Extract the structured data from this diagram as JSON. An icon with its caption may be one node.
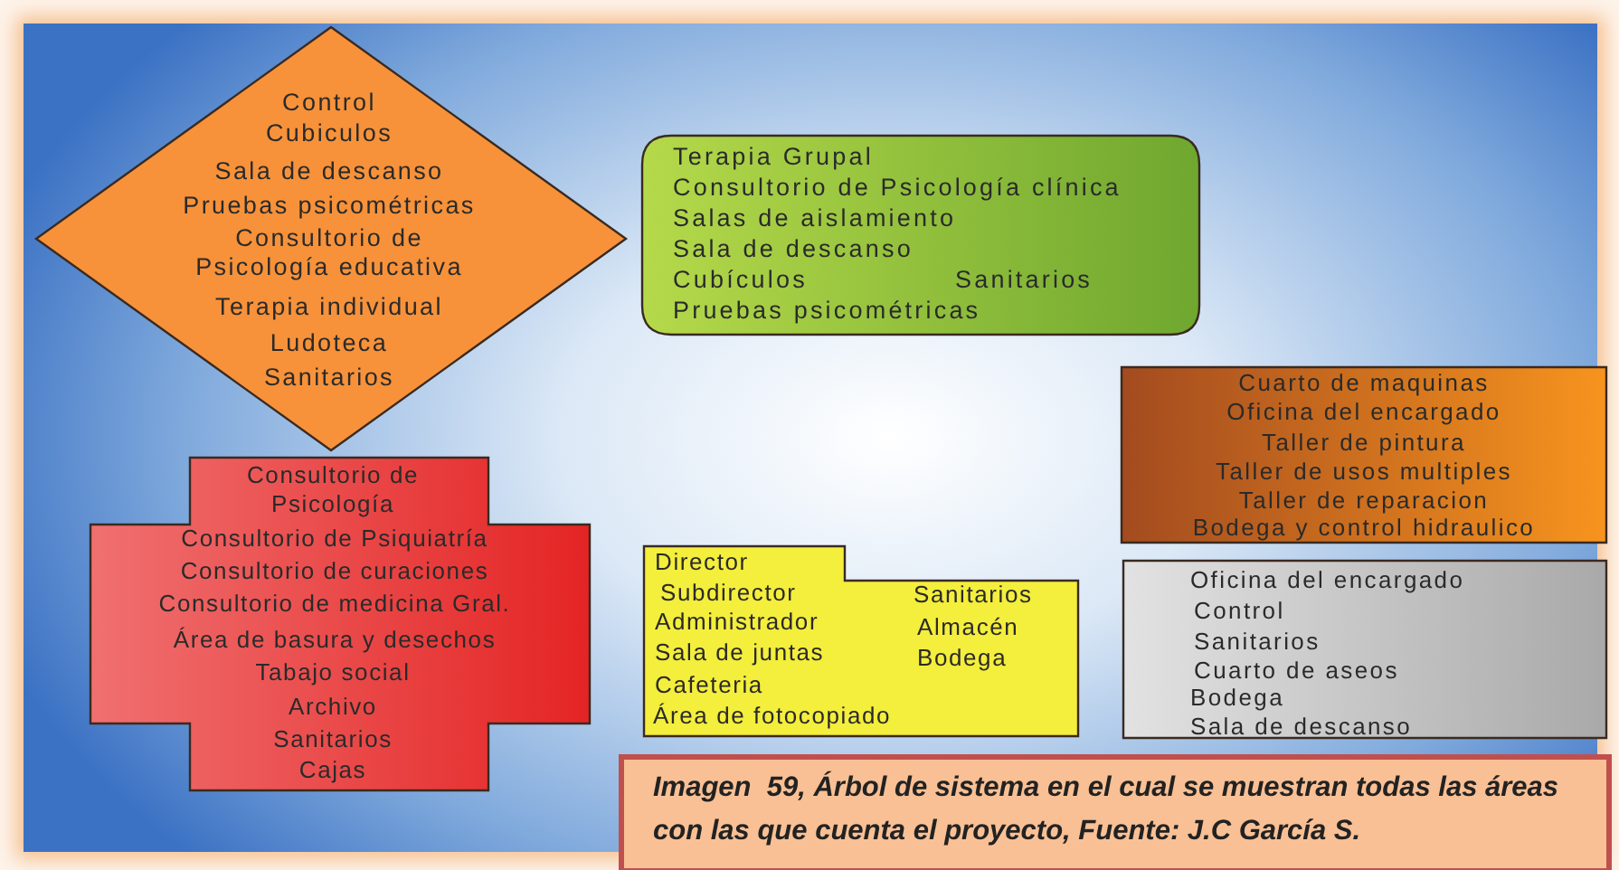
{
  "diagram": {
    "caption": "Imagen  59, Árbol de sistema en el cual se muestran todas las áreas con las que cuenta el proyecto, Fuente: J.C García S.",
    "nodes": [
      {
        "text": [
          "Control",
          "Cubiculos",
          "Sala de descanso",
          "Pruebas psicométricas",
          "Consultorio de Psicología educativa",
          "Terapia individual",
          "Ludoteca",
          "Sanitarios"
        ]
      },
      {
        "text": [
          "Terapia Grupal",
          "Consultorio de Psicología clínica",
          "Salas de aislamiento",
          "Sala de descanso",
          "Cubículos",
          "Sanitarios",
          "Pruebas psicométricas"
        ]
      },
      {
        "text": [
          "Consultorio de Psicología",
          "Consultorio de Psiquiatría",
          "Consultorio de curaciones",
          "Consultorio de medicina Gral.",
          "Área de basura y desechos",
          "Tabajo social",
          "Archivo",
          "Sanitarios",
          "Cajas"
        ]
      },
      {
        "text": [
          "Director",
          "Subdirector",
          "Sanitarios",
          "Administrador",
          "Almacén",
          "Sala de juntas",
          "Bodega",
          "Cafeteria",
          "Área de fotocopiado"
        ]
      },
      {
        "text": [
          "Cuarto de maquinas",
          "Oficina del encargado",
          "Taller de pintura",
          "Taller de usos multiples",
          "Taller de reparacion",
          "Bodega y control hidraulico"
        ]
      },
      {
        "text": [
          "Oficina del encargado",
          "Control",
          "Sanitarios",
          "Cuarto de aseos",
          "Bodega",
          "Sala de descanso"
        ]
      }
    ]
  }
}
